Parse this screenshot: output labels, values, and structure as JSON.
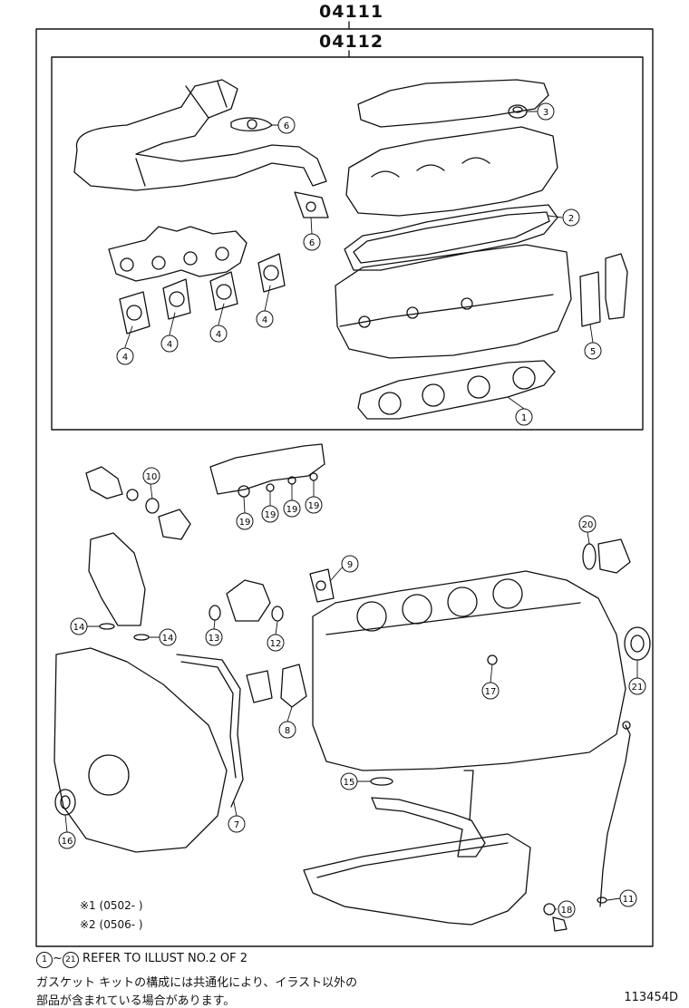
{
  "kits": {
    "outer_code": "04111",
    "inner_code": "04112"
  },
  "callouts": [
    {
      "n": "1"
    },
    {
      "n": "2"
    },
    {
      "n": "3"
    },
    {
      "n": "4"
    },
    {
      "n": "4"
    },
    {
      "n": "4"
    },
    {
      "n": "4"
    },
    {
      "n": "5"
    },
    {
      "n": "6"
    },
    {
      "n": "6"
    },
    {
      "n": "7"
    },
    {
      "n": "8"
    },
    {
      "n": "9"
    },
    {
      "n": "10"
    },
    {
      "n": "11"
    },
    {
      "n": "12"
    },
    {
      "n": "13"
    },
    {
      "n": "14"
    },
    {
      "n": "14"
    },
    {
      "n": "15"
    },
    {
      "n": "16"
    },
    {
      "n": "17"
    },
    {
      "n": "18"
    },
    {
      "n": "19"
    },
    {
      "n": "19"
    },
    {
      "n": "19"
    },
    {
      "n": "19"
    },
    {
      "n": "20"
    },
    {
      "n": "21"
    }
  ],
  "notes": {
    "note1_mark": "※1",
    "note1_text": "(0502-      )",
    "note2_mark": "※2",
    "note2_text": "(0506-      )"
  },
  "footer": {
    "range_start": "1",
    "range_sep": "~",
    "range_end": "21",
    "refer_text": "REFER TO ILLUST NO.2 OF 2",
    "jp_line1": "ガスケット キットの構成には共通化により、イラスト以外の",
    "jp_line2": "部品が含まれている場合があります。",
    "drawing_id": "113454D"
  }
}
